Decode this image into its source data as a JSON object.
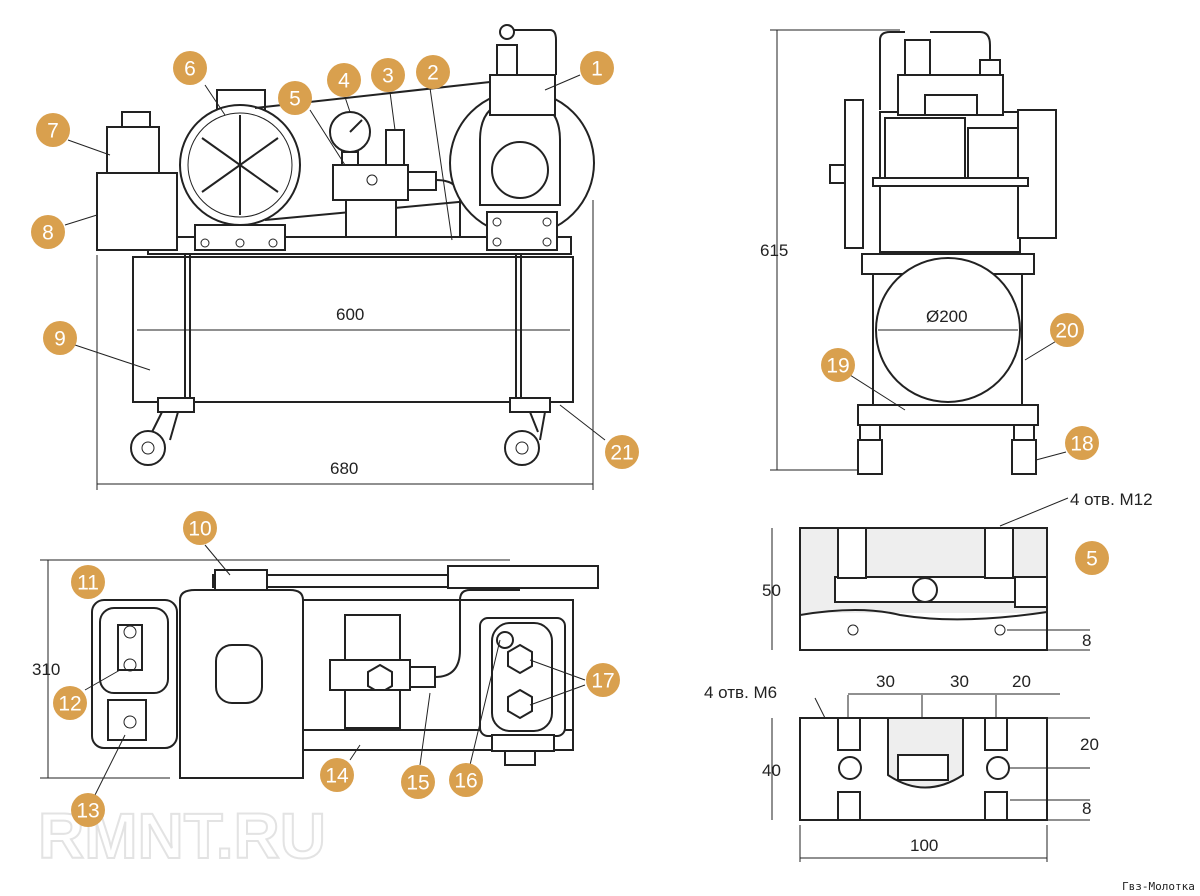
{
  "title": "Compressor unit assembly drawing",
  "colors": {
    "badge": "#D9A04E",
    "line": "#222222"
  },
  "callouts": [
    "1",
    "2",
    "3",
    "4",
    "5",
    "6",
    "7",
    "8",
    "9",
    "10",
    "11",
    "12",
    "13",
    "14",
    "15",
    "16",
    "17",
    "18",
    "19",
    "20",
    "21",
    "5"
  ],
  "dimensions": {
    "front_width_inner": "600",
    "front_width_total": "680",
    "side_height": "615",
    "receiver_diameter": "Ø200",
    "top_depth": "310",
    "holes_m12": "4 отв. M12",
    "block_height": "50",
    "hole_offset_top": "8",
    "holes_m6": "4 отв. M6",
    "pitch_1": "30",
    "pitch_2": "30",
    "edge_offset": "20",
    "block_depth": "40",
    "vertical_offset": "20",
    "hole_offset_bottom": "8",
    "block_length": "100"
  },
  "watermark": "RMNT.RU",
  "corner_logo": "Гвз-Молотка"
}
